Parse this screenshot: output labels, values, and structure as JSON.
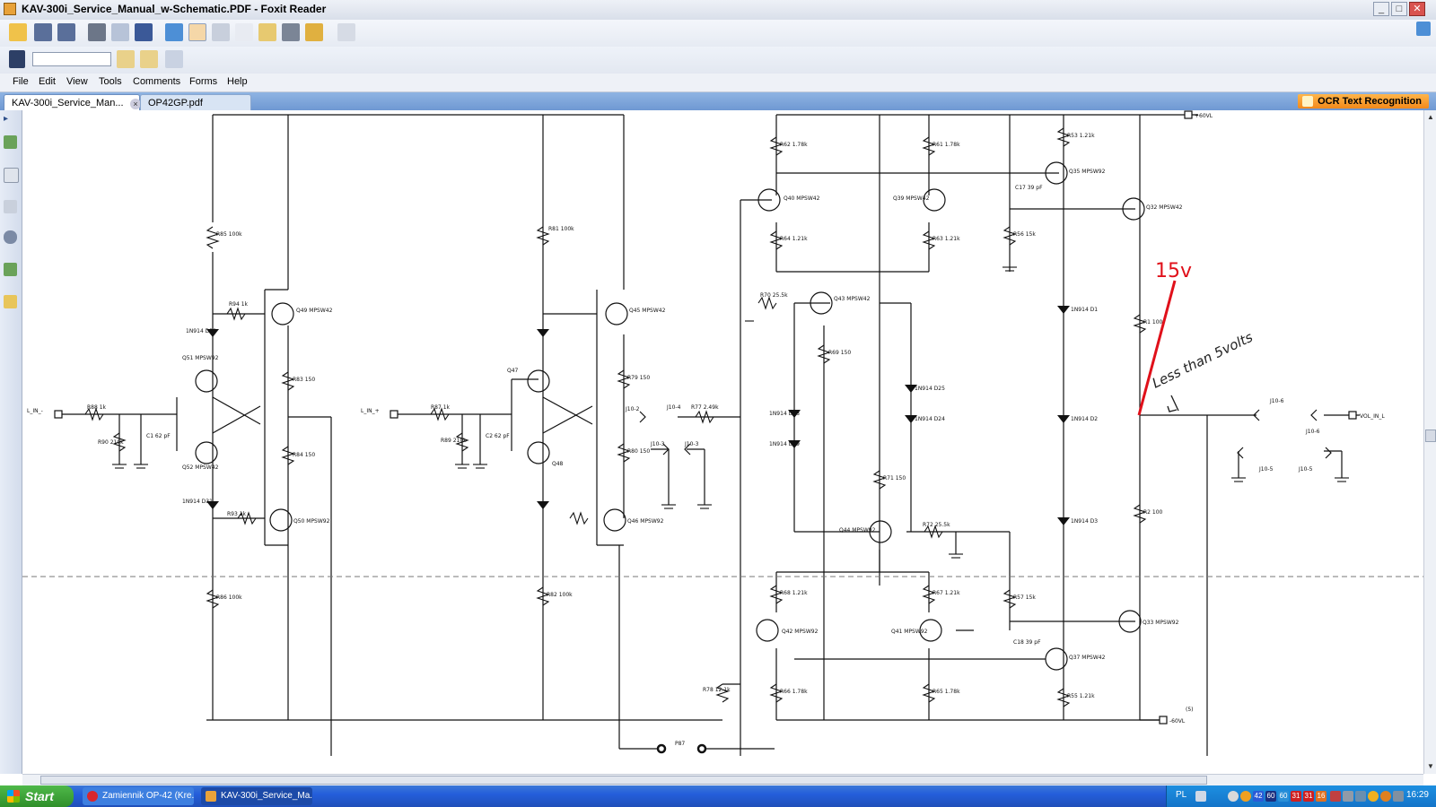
{
  "window": {
    "title": "KAV-300i_Service_Manual_w-Schematic.PDF - Foxit Reader",
    "min": "_",
    "max": "□",
    "close": "✕"
  },
  "menu": [
    "File",
    "Edit",
    "View",
    "Tools",
    "Comments",
    "Forms",
    "Help"
  ],
  "tabs": [
    {
      "label": "KAV-300i_Service_Man...",
      "active": true,
      "close": "×"
    },
    {
      "label": "OP42GP.pdf",
      "active": false
    }
  ],
  "ocr_label": "OCR Text Recognition",
  "find": {
    "value": ""
  },
  "annotations": {
    "voltage": "15v",
    "note": "Less than 5volts"
  },
  "schematic": {
    "supply_pos": "+60VL",
    "supply_neg": "-60VL",
    "in_left": "L_IN_-",
    "in_right": "L_IN_+",
    "out": "VOL_IN_L",
    "junction": "P87",
    "labels": [
      "R85 100k",
      "R94 1k",
      "1N914 D30",
      "Q51 MPSW92",
      "Q49 MPSW42",
      "R83 150",
      "R84 150",
      "Q52 MPSW42",
      "1N914 D31",
      "R93 1k",
      "Q50 MPSW92",
      "R86 100k",
      "R88 1k",
      "R90 210k",
      "C1 62 pF",
      "R81 100k",
      "Q47",
      "Q48",
      "Q45 MPSW42",
      "R79 150",
      "R80 150",
      "Q46 MPSW92",
      "R82 100k",
      "R87 1k",
      "R89 210k",
      "C2 62 pF",
      "J10-4",
      "R77 2.49k",
      "J10-2",
      "J10-3",
      "J10-3",
      "R62 1.78k",
      "Q40 MPSW42",
      "R64 1.21k",
      "R70 25.5k",
      "Q43 MPSW42",
      "R69 150",
      "1N914 D18",
      "1N914 D19",
      "Q44 MPSW92",
      "R71 150",
      "1N914 D25",
      "1N914 D24",
      "R72 25.5k",
      "R61 1.78k",
      "Q39 MPSW42",
      "R63 1.21k",
      "C17 39 pF",
      "R56 15k",
      "R53 1.21k",
      "Q35 MPSW92",
      "Q32 MPSW42",
      "1N914 D1",
      "1N914 D2",
      "1N914 D3",
      "R1 100",
      "R2 100",
      "R68 1.21k",
      "Q42 MPSW92",
      "R66 1.78k",
      "R78 12.1k",
      "R67 1.21k",
      "Q41 MPSW92",
      "R65 1.78k",
      "R57 15k",
      "C18 39 pF",
      "Q37 MPSW42",
      "R55 1.21k",
      "Q33 MPSW92",
      "J10-6",
      "J10-6",
      "J10-5",
      "J10-5",
      "(5)"
    ]
  },
  "taskbar": {
    "start": "Start",
    "tasks": [
      "Zamiennik OP-42 (Kre...",
      "KAV-300i_Service_Ma..."
    ],
    "lang": "PL",
    "tray_nums": [
      "42",
      "60",
      "60",
      "31",
      "31",
      "16"
    ],
    "clock": "16:29"
  }
}
